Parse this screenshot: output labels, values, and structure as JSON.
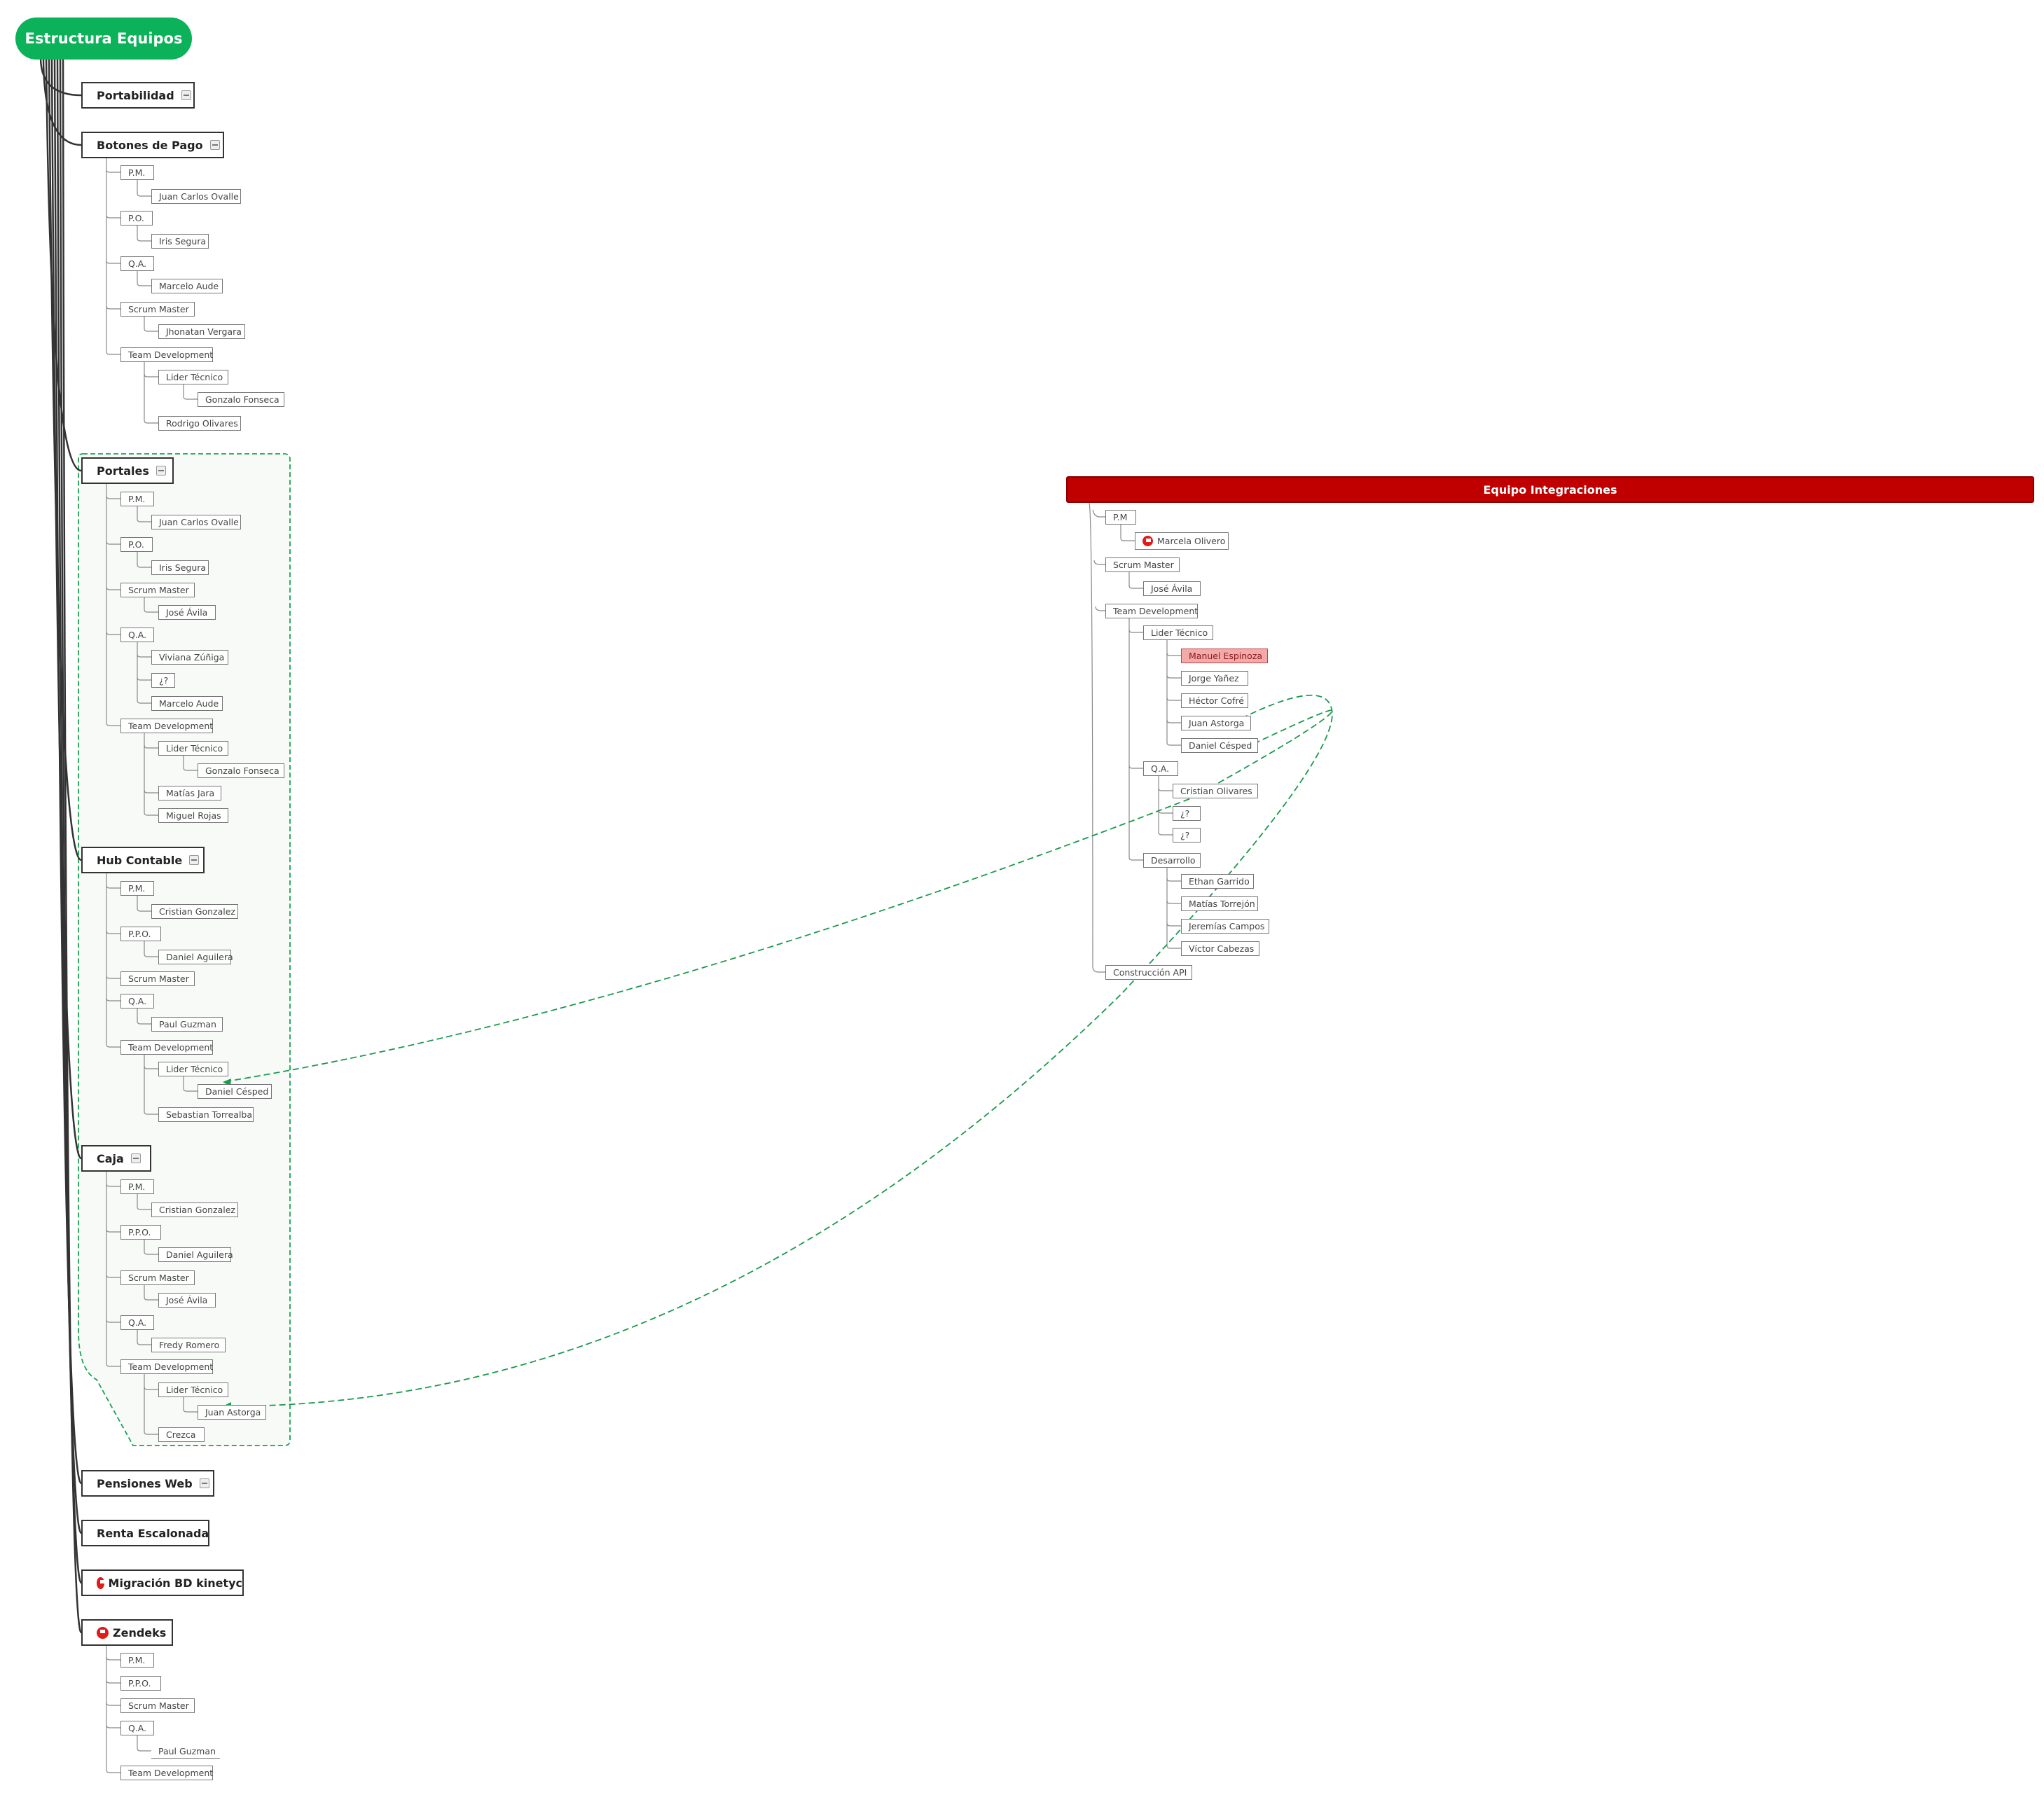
{
  "root": {
    "title": "Estructura Equipos"
  },
  "teams": {
    "portabilidad": "Portabilidad",
    "botones": "Botones de Pago",
    "portales": "Portales",
    "hub": "Hub Contable",
    "caja": "Caja",
    "pensiones": "Pensiones Web",
    "renta": "Renta Escalonada",
    "migracion": "Migración BD kinetyc",
    "zendeks": "Zendeks"
  },
  "botones_pago": {
    "pm": "P.M.",
    "pm_name": "Juan Carlos Ovalle",
    "po": "P.O.",
    "po_name": "Iris Segura",
    "qa": "Q.A.",
    "qa_name": "Marcelo Aude",
    "sm": "Scrum Master",
    "sm_name": "Jhonatan Vergara",
    "td": "Team Development",
    "lt": "Lider Técnico",
    "lt_name": "Gonzalo Fonseca",
    "dev1": "Rodrigo Olivares"
  },
  "portales": {
    "pm": "P.M.",
    "pm_name": "Juan Carlos Ovalle",
    "po": "P.O.",
    "po_name": "Iris Segura",
    "sm": "Scrum Master",
    "sm_name": "José Ávila",
    "qa": "Q.A.",
    "qa1": "Viviana Zúñiga",
    "qa2": "¿?",
    "qa3": "Marcelo Aude",
    "td": "Team Development",
    "lt": "Lider Técnico",
    "lt_name": "Gonzalo Fonseca",
    "dev1": "Matías Jara",
    "dev2": "Miguel Rojas"
  },
  "hub_contable": {
    "pm": "P.M.",
    "pm_name": "Cristian Gonzalez",
    "ppo": "P.P.O.",
    "ppo_name": "Daniel Aguilera",
    "sm": "Scrum Master",
    "qa": "Q.A.",
    "qa_name": "Paul Guzman",
    "td": "Team Development",
    "lt": "Lider Técnico",
    "lt_name": "Daniel Césped",
    "dev1": "Sebastian Torrealba"
  },
  "caja": {
    "pm": "P.M.",
    "pm_name": "Cristian Gonzalez",
    "ppo": "P.P.O.",
    "ppo_name": "Daniel Aguilera",
    "sm": "Scrum Master",
    "sm_name": "José Ávila",
    "qa": "Q.A.",
    "qa_name": "Fredy Romero",
    "td": "Team Development",
    "lt": "Lider Técnico",
    "lt_name": "Juan Astorga",
    "dev1": "Crezca"
  },
  "zendeks": {
    "pm": "P.M.",
    "ppo": "P.P.O.",
    "sm": "Scrum Master",
    "qa": "Q.A.",
    "qa_name": "Paul Guzman",
    "td": "Team Development"
  },
  "integraciones": {
    "title": "Equipo Integraciones",
    "pm": "P.M",
    "pm_name": "Marcela Olivero",
    "sm": "Scrum Master",
    "sm_name": "José Ávila",
    "td": "Team Development",
    "lt": "Lider Técnico",
    "lt1": "Manuel Espinoza",
    "lt2": "Jorge Yañez",
    "lt3": "Héctor Cofré",
    "lt4": "Juan Astorga",
    "lt5": "Daniel Césped",
    "qa": "Q.A.",
    "qa1": "Cristian Olivares",
    "qa2": "¿?",
    "qa3": "¿?",
    "des": "Desarrollo",
    "d1": "Ethan Garrido",
    "d2": "Matías Torrejón",
    "d3": "Jeremías Campos",
    "d4": "Víctor Cabezas",
    "api": "Construcción API"
  },
  "colors": {
    "root": "#0bb25a",
    "banner": "#c00000",
    "highlight": "#f4aaaa",
    "relation": "#1a9a4a"
  },
  "icons": {
    "collapse": "collapse-toggle-icon",
    "flag": "red-flag-icon"
  }
}
